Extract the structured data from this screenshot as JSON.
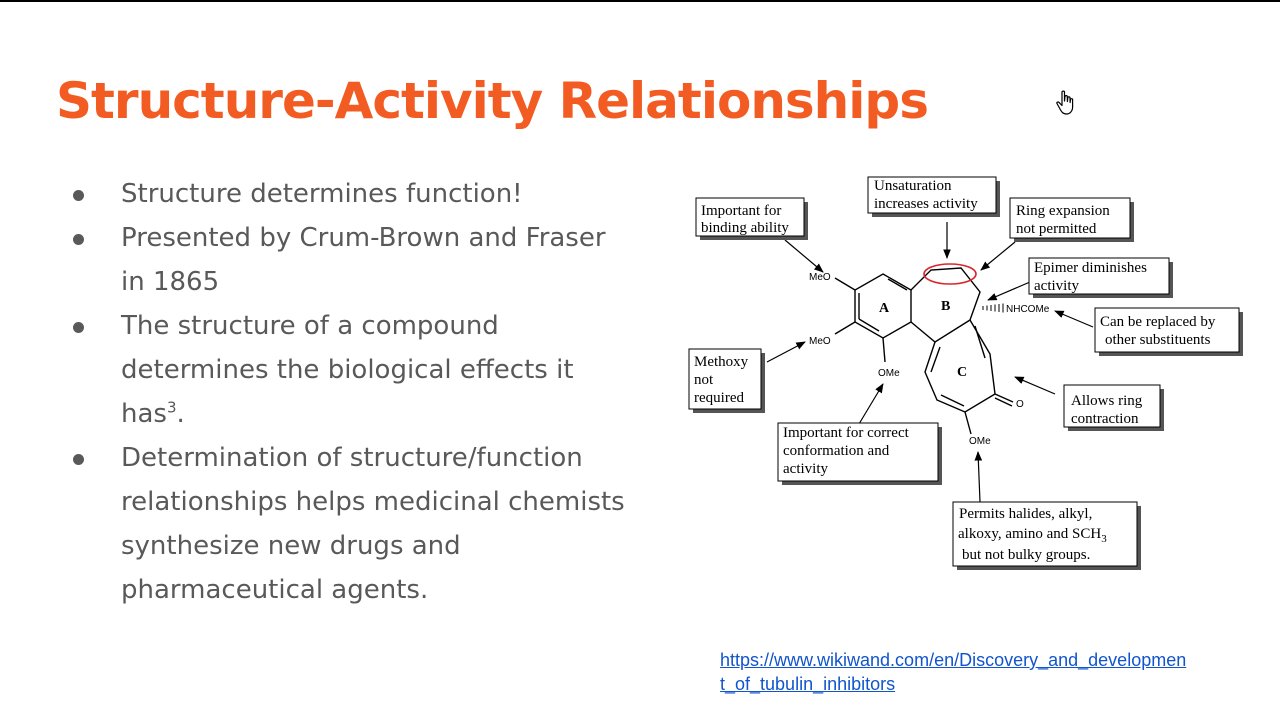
{
  "slide": {
    "title": "Structure-Activity Relationships",
    "bullets": [
      {
        "text": "Structure determines function!"
      },
      {
        "text": "Presented by Crum-Brown and Fraser in 1865"
      },
      {
        "text": "The structure of a compound determines the biological effects it has",
        "superscript": "3",
        "suffix": "."
      },
      {
        "text": "Determination of structure/function relationships helps medicinal chemists synthesize new drugs and pharmaceutical agents."
      }
    ],
    "source_link": "https://www.wikiwand.com/en/Discovery_and_development_of_tubulin_inhibitors"
  },
  "diagram": {
    "rings": {
      "a": "A",
      "b": "B",
      "c": "C"
    },
    "atoms": {
      "meo_top": "MeO",
      "meo_mid": "MeO",
      "ome_bottom": "OMe",
      "nhcome": "NHCOMe",
      "o": "O",
      "ome_c": "OMe"
    },
    "annotations": {
      "binding": [
        "Important for",
        "binding ability"
      ],
      "unsaturation": [
        "Unsaturation",
        "increases activity"
      ],
      "ring_expansion": [
        "Ring expansion",
        "not permitted"
      ],
      "epimer": [
        "Epimer diminishes",
        "activity"
      ],
      "replaced": [
        "Can be replaced by",
        "other substituents"
      ],
      "methoxy": [
        "Methoxy",
        "not",
        "required"
      ],
      "ring_contraction": [
        "Allows ring",
        "contraction"
      ],
      "conformation": [
        "Important for correct",
        "conformation and",
        "activity"
      ],
      "halides": [
        "Permits halides, alkyl,",
        "alkoxy, amino and SCH",
        "3",
        "but not bulky groups."
      ]
    }
  },
  "colors": {
    "title": "#f25c23",
    "body_text": "#595959",
    "link": "#1155cc",
    "highlight": "#d9262c"
  },
  "icons": {
    "cursor": "hand-pointer-icon",
    "bullet": "bullet-dot-icon"
  }
}
